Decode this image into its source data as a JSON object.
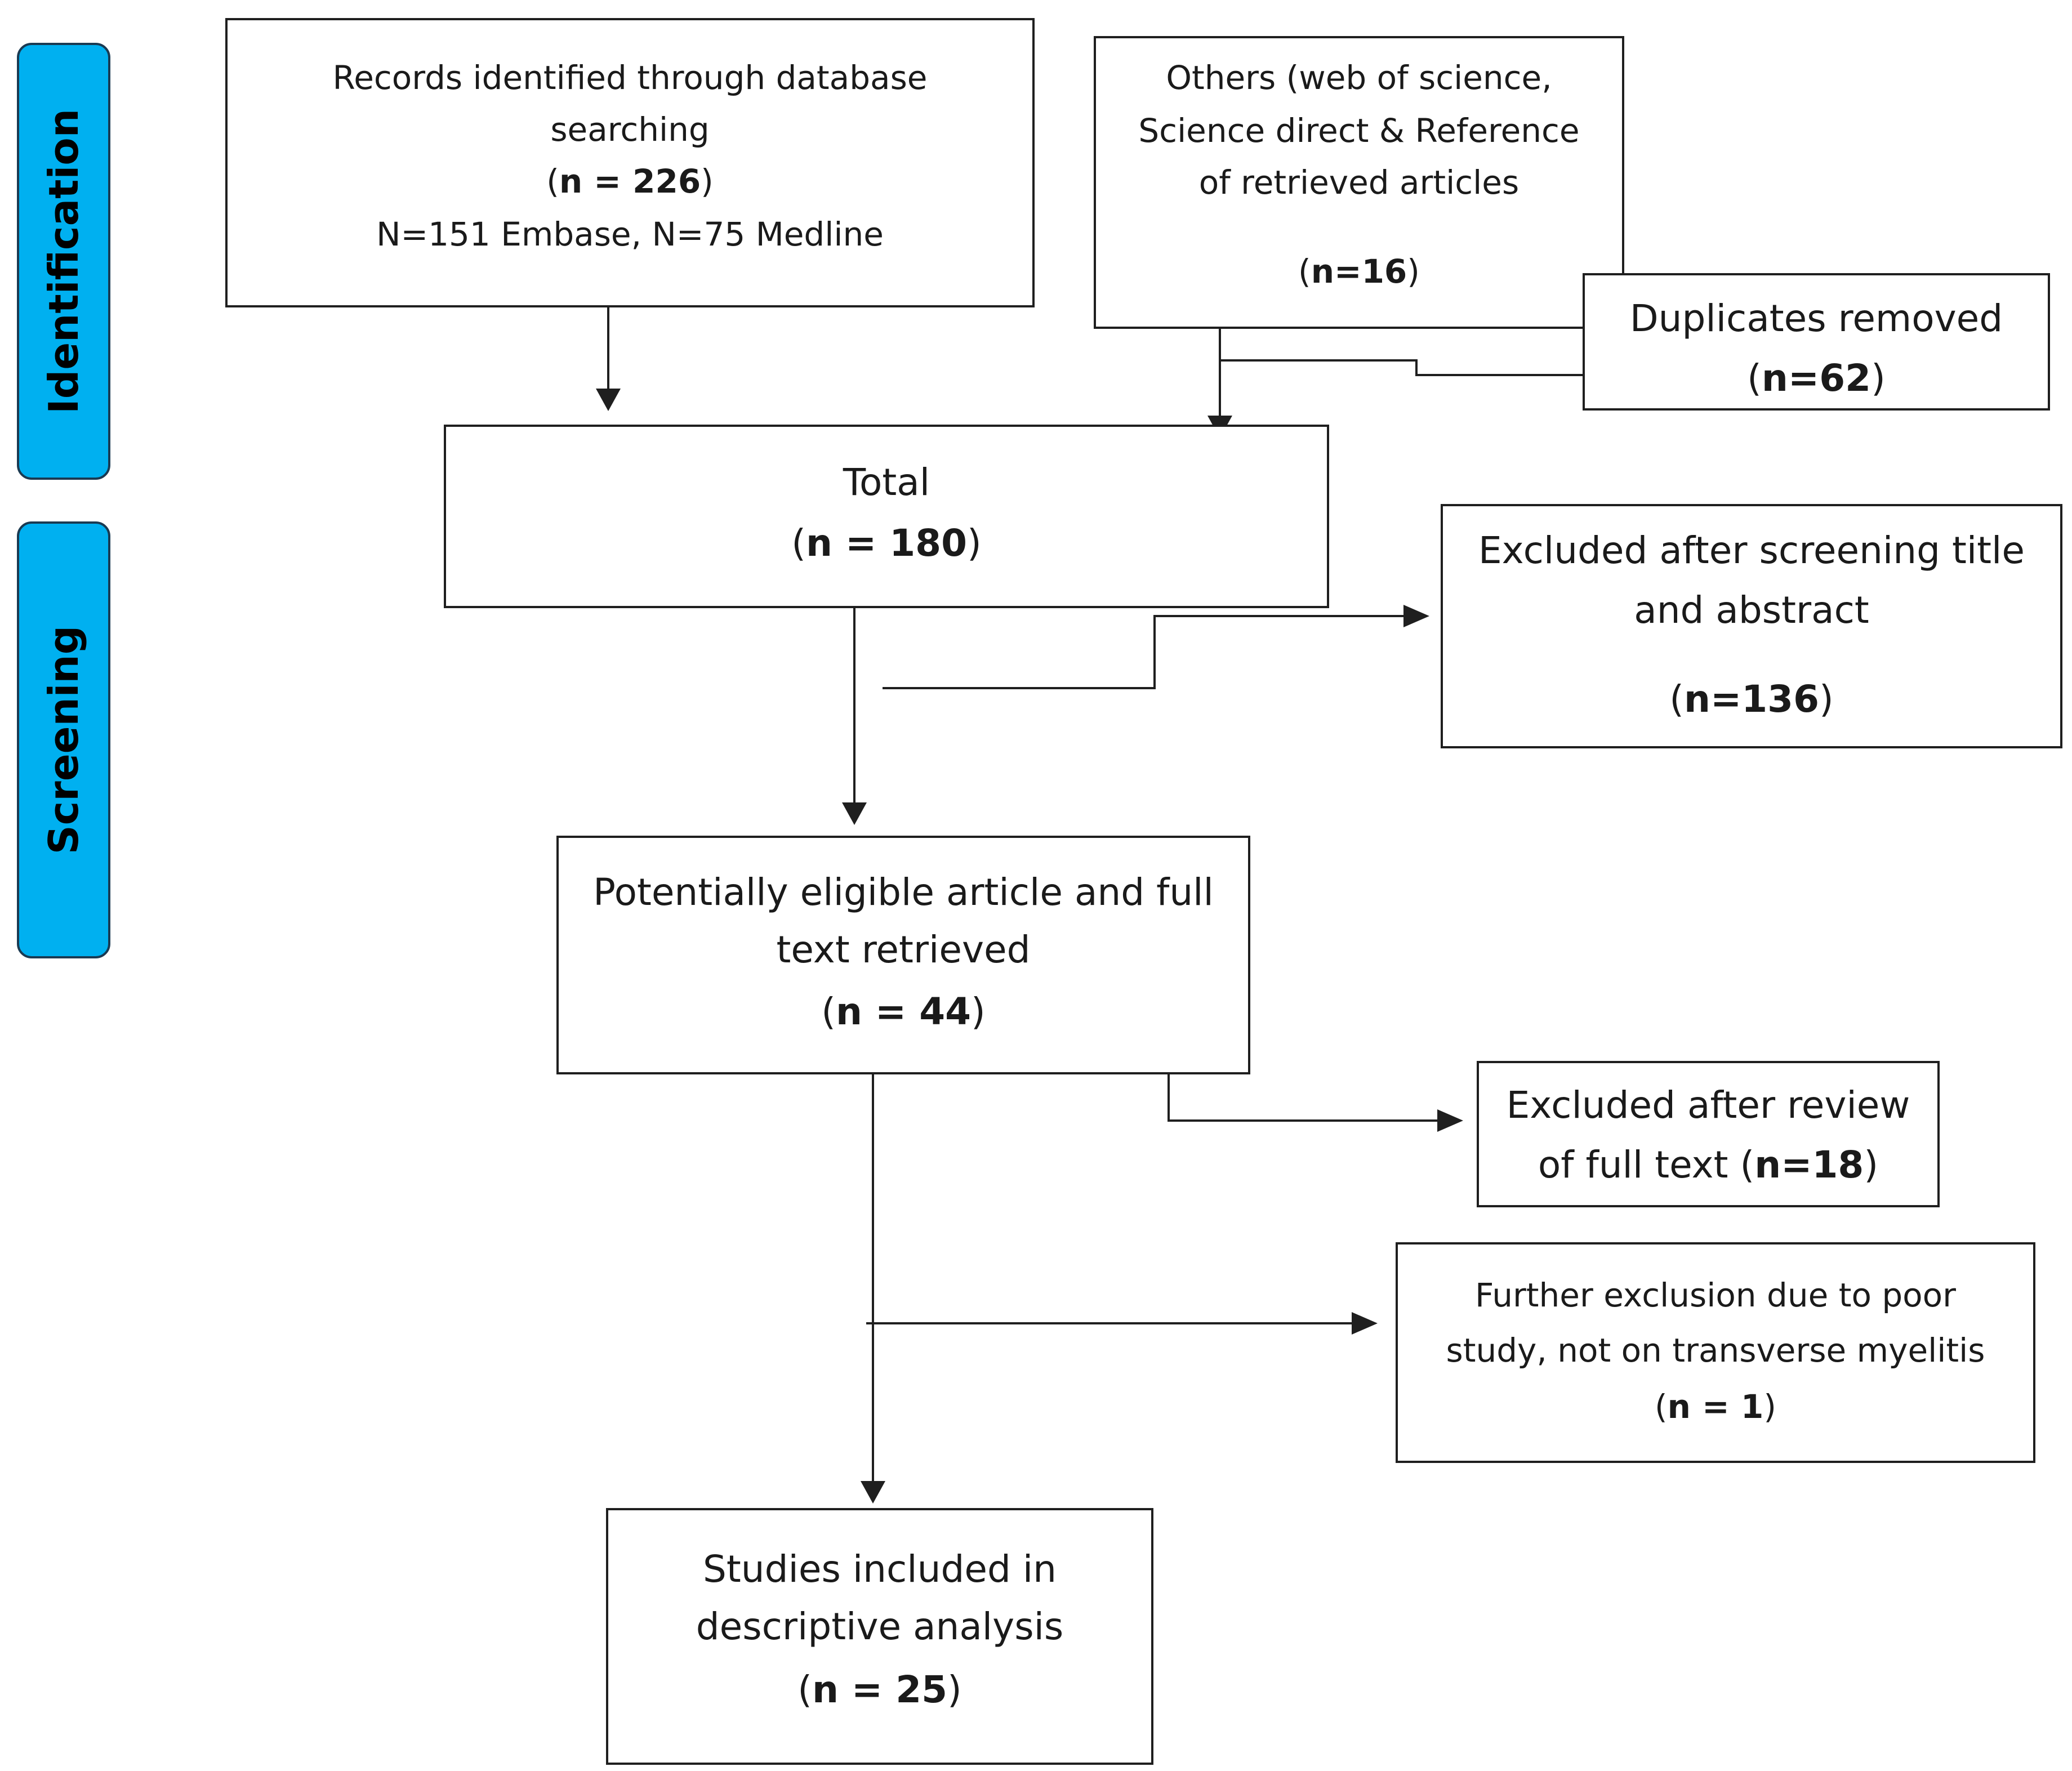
{
  "phases": {
    "identification": "Identification",
    "screening": "Screening"
  },
  "boxes": {
    "records": {
      "line1": "Records identified through database",
      "line2": "searching",
      "count": "n = 226",
      "line4": "N=151 Embase, N=75 Medline"
    },
    "others": {
      "line1": "Others (web of science,",
      "line2": "Science direct & Reference",
      "line3": "of retrieved articles",
      "count": "n=16"
    },
    "duplicates": {
      "line1": "Duplicates removed",
      "count": "n=62"
    },
    "total": {
      "line1": "Total",
      "count": "n = 180"
    },
    "excluded_title": {
      "line1": "Excluded after screening title",
      "line2": "and abstract",
      "count": "n=136"
    },
    "eligible": {
      "line1": "Potentially eligible article and full",
      "line2": "text retrieved",
      "count": "n = 44"
    },
    "excluded_fulltext": {
      "line1": "Excluded after review",
      "line2_prefix": "of full text",
      "count": "n=18"
    },
    "further": {
      "line1": "Further exclusion due to poor",
      "line2": "study, not on transverse myelitis",
      "count": "n = 1"
    },
    "included": {
      "line1": "Studies included in",
      "line2": "descriptive analysis",
      "count": "n = 25"
    }
  },
  "colors": {
    "phase_fill": "#00b0f0",
    "box_border": "#1f1f1f",
    "arrow": "#1f1f1f"
  }
}
